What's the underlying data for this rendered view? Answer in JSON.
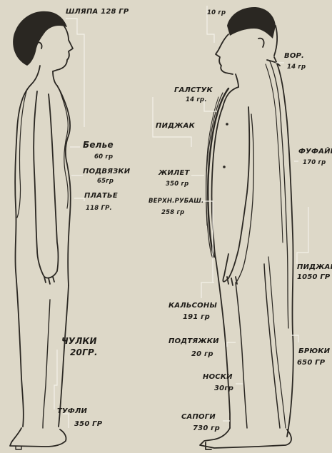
{
  "woman": {
    "hat": {
      "name": "ШЛЯПА",
      "weight": "128 ГР"
    },
    "underwear": {
      "name": "Белье",
      "weight": "60 гр"
    },
    "garters": {
      "name": "ПОДВЯЗКИ",
      "weight": "65гр"
    },
    "dress": {
      "name": "ПЛАТЬЕ",
      "weight": "118 ГР."
    },
    "stockings": {
      "name": "ЧУЛКИ",
      "weight": "20ГР."
    },
    "shoes": {
      "name": "ТУФЛИ",
      "weight": "350 ГР"
    }
  },
  "man": {
    "cap": {
      "weight": "10 гр"
    },
    "collar": {
      "name": "ВОР.",
      "weight": "14 гр"
    },
    "tie": {
      "name": "ГАЛСТУК",
      "weight": "14 гр."
    },
    "jacket": {
      "name": "ПИДЖАК"
    },
    "vest": {
      "name": "ЖИЛЕТ",
      "weight": "350 гр"
    },
    "shirt": {
      "name": "ВЕРХН.РУБАШ.",
      "weight": "258 гр"
    },
    "sweater": {
      "name": "ФУФАЙКА",
      "weight": "170 гр"
    },
    "suit": {
      "name": "ПИДЖАК",
      "weight": "1050 ГР"
    },
    "underpants": {
      "name": "КАЛЬСОНЫ",
      "weight": "191 гр"
    },
    "suspenders": {
      "name": "ПОДТЯЖКИ",
      "weight": "20 гр"
    },
    "socks": {
      "name": "НОСКИ",
      "weight": "30гр"
    },
    "trousers": {
      "name": "БРЮКИ",
      "weight": "650 ГР"
    },
    "boots": {
      "name": "САПОГИ",
      "weight": "730 гр"
    }
  }
}
